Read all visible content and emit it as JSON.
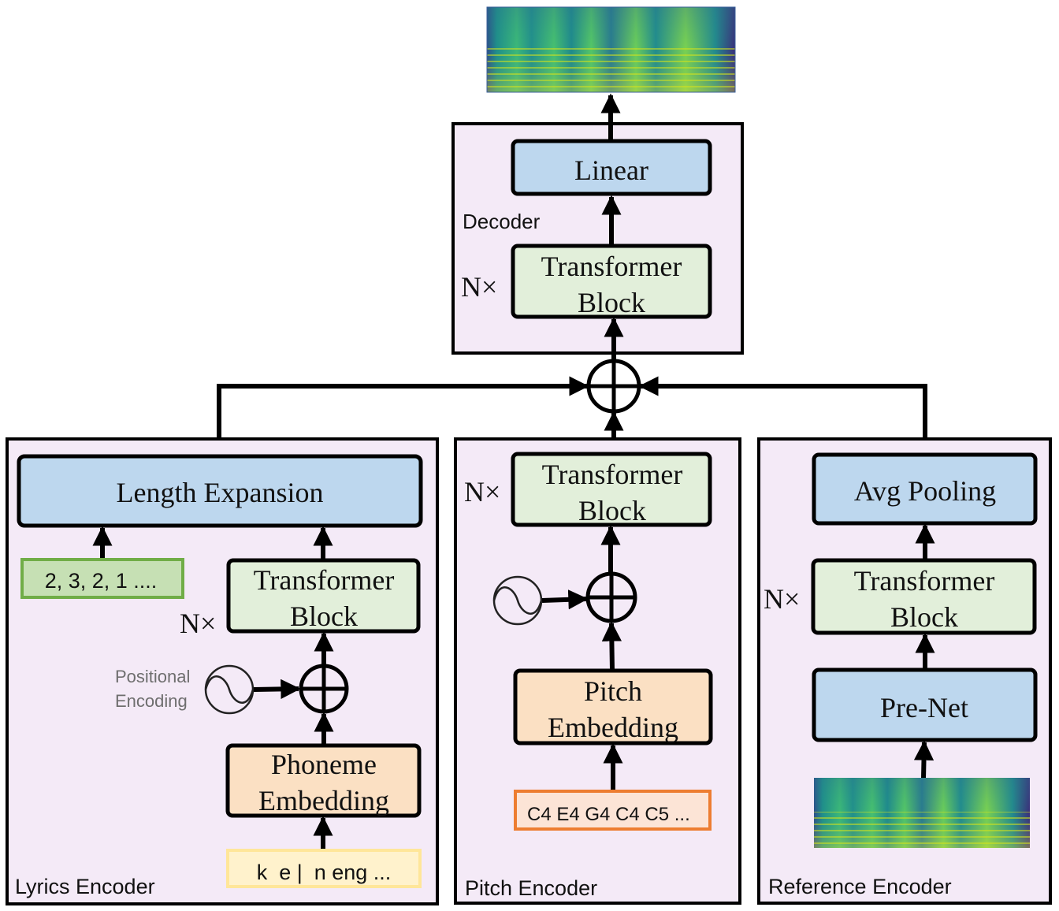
{
  "colors": {
    "panel_fill": "#f4eaf7",
    "blue_block": "#bdd7ee",
    "green_block": "#e2efda",
    "orange_block": "#fbe0c3",
    "durations_fill": "#c6e0b4",
    "durations_border": "#70ad47",
    "pitch_input_fill": "#fce4d6",
    "pitch_input_border": "#ed7d31",
    "lyrics_input_fill": "#fff2cc",
    "lyrics_input_border": "#ffe699",
    "stroke": "#000000"
  },
  "output": {
    "spectrogram_icon": "mel-spectrogram-output"
  },
  "decoder": {
    "label": "Decoder",
    "linear": "Linear",
    "transformer_line1": "Transformer",
    "transformer_line2": "Block",
    "repeat": "N×"
  },
  "lyrics_encoder": {
    "label": "Lyrics Encoder",
    "length_expansion": "Length Expansion",
    "durations": "2, 3, 2, 1 ....",
    "transformer_line1": "Transformer",
    "transformer_line2": "Block",
    "repeat": "N×",
    "positional_line1": "Positional",
    "positional_line2": "Encoding",
    "embedding_line1": "Phoneme",
    "embedding_line2": "Embedding",
    "input": "k  e |  n eng ..."
  },
  "pitch_encoder": {
    "label": "Pitch Encoder",
    "transformer_line1": "Transformer",
    "transformer_line2": "Block",
    "repeat": "N×",
    "embedding_line1": "Pitch",
    "embedding_line2": "Embedding",
    "input": "C4 E4 G4 C4 C5 ..."
  },
  "reference_encoder": {
    "label": "Reference Encoder",
    "avg_pooling": "Avg Pooling",
    "transformer_line1": "Transformer",
    "transformer_line2": "Block",
    "repeat": "N×",
    "prenet": "Pre-Net",
    "input_icon": "mel-spectrogram-reference"
  }
}
